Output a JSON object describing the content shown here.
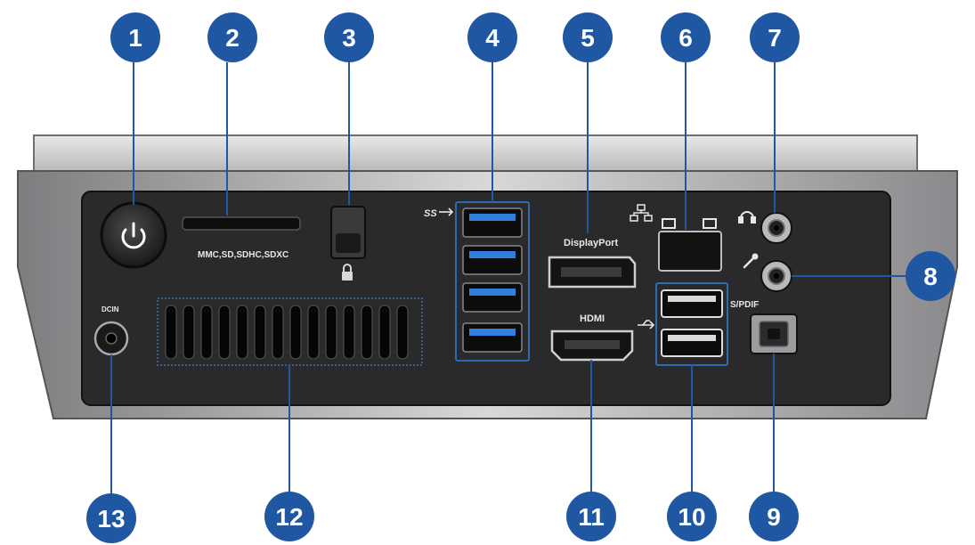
{
  "callouts": [
    "1",
    "2",
    "3",
    "4",
    "5",
    "6",
    "7",
    "8",
    "9",
    "10",
    "11",
    "12",
    "13"
  ],
  "labels": {
    "card_reader": "MMC,SD,SDHC,SDXC",
    "usb3": "SS",
    "displayport": "DisplayPort",
    "hdmi": "HDMI",
    "spdif": "S/PDIF",
    "dc_in": "DCIN"
  },
  "colors": {
    "callout": "#1f57a3",
    "usb3_blue": "#2f7fdc",
    "panel": "#2a2a2c",
    "chassis": "#c7c7c9"
  },
  "icons": [
    "power-icon",
    "lock-icon",
    "usb-icon",
    "network-icon",
    "headphone-icon",
    "microphone-icon"
  ]
}
